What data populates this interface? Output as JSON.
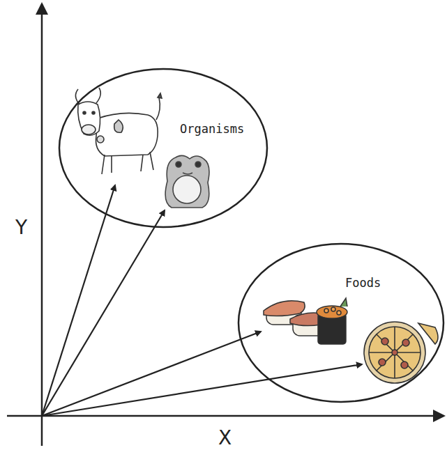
{
  "diagram": {
    "nodes": [
      {
        "text": [
          "Organisms"
        ]
      },
      {
        "text": [
          "Foods"
        ]
      }
    ],
    "labels": [
      "Y",
      "X"
    ]
  }
}
